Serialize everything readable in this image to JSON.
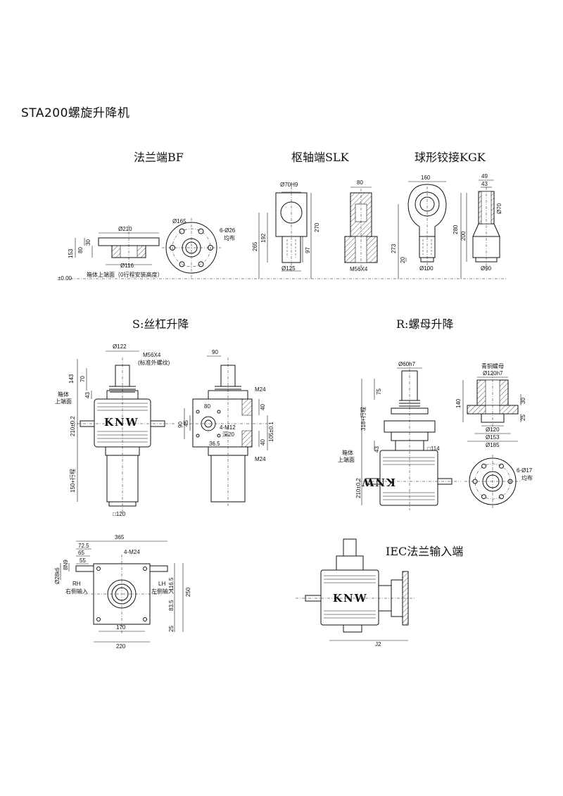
{
  "page_title": "STA200螺旋升降机",
  "sections": {
    "bf": "法兰端BF",
    "slk": "枢轴端SLK",
    "kgk": "球形铰接KGK",
    "s": "S:丝杠升降",
    "r": "R:螺母升降",
    "iec": "IEC法兰输入端"
  },
  "labels": {
    "zero": "±0.00",
    "box_top": "箱体上端面（0行程安装高度）",
    "box": "箱体",
    "top_face": "上端面",
    "brand": "KNW",
    "std_thread": "(标准外螺纹)",
    "bronze_nut": "青铜螺母",
    "even": "均布",
    "deep": "深20",
    "rh": "RH",
    "rh_cn": "右侧输入",
    "lh": "LH",
    "lh_cn": "左侧输入",
    "stroke150": "150+行程",
    "stroke318": "318+行程"
  },
  "dims": {
    "bf": {
      "d210": "Ø210",
      "d165": "Ø165",
      "d116": "Ø116",
      "h153": "153",
      "h80": "80",
      "h30": "30",
      "holes": "6-Ø26"
    },
    "slk": {
      "d70": "Ø70H9",
      "w80": "80",
      "h265": "265",
      "h192": "192",
      "h270": "270",
      "h97": "97",
      "d125": "Ø125",
      "thread": "M56X4"
    },
    "kgk": {
      "w160": "160",
      "w49": "49",
      "w43": "43",
      "d70": "Ø70",
      "h280": "280",
      "h273": "273",
      "h200": "200",
      "h20": "20",
      "d100": "Ø100",
      "d90": "Ø90"
    },
    "s": {
      "d122": "Ø122",
      "thread": "M56X4",
      "h143": "143",
      "h70": "70",
      "h43": "43",
      "h210": "210±0.2",
      "sq120": "□120",
      "w90": "90",
      "m24a": "M24",
      "m24b": "M24",
      "v40a": "40",
      "v40b": "40",
      "w80": "80",
      "h45": "45",
      "h90": "90",
      "m12": "4-M12",
      "v105": "105±0.1",
      "w36": "36.5"
    },
    "r": {
      "d60": "Ø60h7",
      "h75": "75",
      "h43": "43",
      "h210": "210±0.2",
      "sq114": "□114",
      "d120h7": "Ø120h7",
      "h140": "140",
      "h30": "30",
      "h25": "25",
      "d120": "Ø120",
      "d153": "Ø153",
      "d185": "Ø185",
      "holes": "6-Ø17"
    },
    "bottom": {
      "w365": "365",
      "w725": "72.5",
      "w65": "65",
      "w55": "55",
      "m24": "4-M24",
      "shaft": "Ø28k6",
      "key": "8N9",
      "h1165": "116.5",
      "h250": "250",
      "h835": "83.5",
      "h25": "25",
      "w170": "170",
      "w220": "220",
      "j2": "J2"
    }
  }
}
